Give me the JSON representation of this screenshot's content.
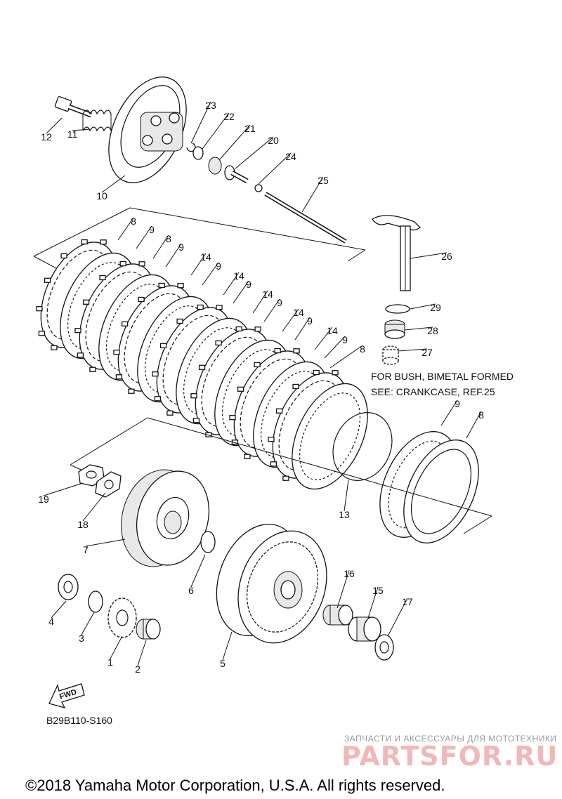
{
  "diagram": {
    "part_labels": [
      {
        "id": "1",
        "text": "1"
      },
      {
        "id": "2",
        "text": "2"
      },
      {
        "id": "3",
        "text": "3"
      },
      {
        "id": "4",
        "text": "4"
      },
      {
        "id": "5",
        "text": "5"
      },
      {
        "id": "6",
        "text": "6"
      },
      {
        "id": "7",
        "text": "7"
      },
      {
        "id": "8a",
        "text": "8"
      },
      {
        "id": "8b",
        "text": "8"
      },
      {
        "id": "8c",
        "text": "8"
      },
      {
        "id": "8d",
        "text": "8"
      },
      {
        "id": "9a",
        "text": "9"
      },
      {
        "id": "9b",
        "text": "9"
      },
      {
        "id": "9c",
        "text": "9"
      },
      {
        "id": "9d",
        "text": "9"
      },
      {
        "id": "9e",
        "text": "9"
      },
      {
        "id": "9f",
        "text": "9"
      },
      {
        "id": "9g",
        "text": "9"
      },
      {
        "id": "9h",
        "text": "9"
      },
      {
        "id": "10",
        "text": "10"
      },
      {
        "id": "11",
        "text": "11"
      },
      {
        "id": "12",
        "text": "12"
      },
      {
        "id": "13",
        "text": "13"
      },
      {
        "id": "14a",
        "text": "14"
      },
      {
        "id": "14b",
        "text": "14"
      },
      {
        "id": "14c",
        "text": "14"
      },
      {
        "id": "14d",
        "text": "14"
      },
      {
        "id": "14e",
        "text": "14"
      },
      {
        "id": "15",
        "text": "15"
      },
      {
        "id": "16",
        "text": "16"
      },
      {
        "id": "17",
        "text": "17"
      },
      {
        "id": "18",
        "text": "18"
      },
      {
        "id": "19",
        "text": "19"
      },
      {
        "id": "20",
        "text": "20"
      },
      {
        "id": "21",
        "text": "21"
      },
      {
        "id": "22",
        "text": "22"
      },
      {
        "id": "23",
        "text": "23"
      },
      {
        "id": "24",
        "text": "24"
      },
      {
        "id": "25",
        "text": "25"
      },
      {
        "id": "26",
        "text": "26"
      },
      {
        "id": "27",
        "text": "27"
      },
      {
        "id": "28",
        "text": "28"
      },
      {
        "id": "29",
        "text": "29"
      }
    ],
    "note_line1": "FOR BUSH, BIMETAL FORMED",
    "note_line2": "SEE: CRANKCASE, REF.25",
    "fwd_label": "FWD",
    "diagram_code": "B29B110-S160"
  },
  "watermark": {
    "tagline": "ЗАПЧАСТИ И АКСЕССУАРЫ ДЛЯ МОТОТЕХНИКИ",
    "brand": "PARTSFOR.RU"
  },
  "copyright": "©2018 Yamaha Motor Corporation, U.S.A. All rights reserved.",
  "colors": {
    "ink": "#111111",
    "watermark_brand": "#f2b7b7",
    "watermark_text": "#9a9a9a",
    "background": "#ffffff"
  }
}
